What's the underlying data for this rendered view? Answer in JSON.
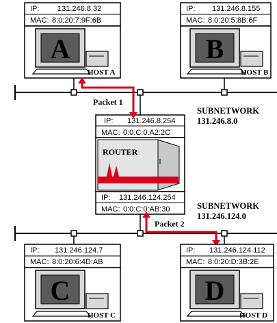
{
  "hosts": [
    {
      "key": "a",
      "ip_label": "IP:",
      "ip": "131.246.8.32",
      "mac_label": "MAC:",
      "mac": "8:0:20:7:9F:6B",
      "letter": "A",
      "label": "HOST A"
    },
    {
      "key": "b",
      "ip_label": "IP:",
      "ip": "131.246.8.155",
      "mac_label": "MAC:",
      "mac": "8:0:20:5:8B:6F",
      "letter": "B",
      "label": "HOST B"
    },
    {
      "key": "c",
      "ip_label": "IP:",
      "ip": "131.246.124.7",
      "mac_label": "MAC:",
      "mac": "8:0:20:6:4D:AB",
      "letter": "C",
      "label": "HOST C"
    },
    {
      "key": "d",
      "ip_label": "IP:",
      "ip": "131.246.124.112",
      "mac_label": "MAC:",
      "mac": "8:0:20:D:3B:2E",
      "letter": "D",
      "label": "HOST D"
    }
  ],
  "router": {
    "label": "ROUTER",
    "top_interface": {
      "ip_label": "IP:",
      "ip": "131.246.8.254",
      "mac_label": "MAC:",
      "mac": "0:0:C:0:A2:2C"
    },
    "bottom_interface": {
      "ip_label": "IP:",
      "ip": "131.246.124.254",
      "mac_label": "MAC:",
      "mac": "0:0:C:0:AB:30"
    }
  },
  "subnets": [
    {
      "title": "SUBNETWORK",
      "address": "131.246.8.0"
    },
    {
      "title": "SUBNETWORK",
      "address": "131.246.124.0"
    }
  ],
  "packets": [
    {
      "label": "Packet 1"
    },
    {
      "label": "Packet 2"
    }
  ],
  "colors": {
    "packet_arrow": "#d9001b",
    "screen": "#5a5a5a",
    "chassis": "#d8d8d8",
    "router_body": "#e4e4e4",
    "router_signal": "#d9001b"
  },
  "icons": {
    "computer": "computer-icon",
    "router": "router-icon",
    "connector": "connector-icon",
    "terminator": "bus-terminator-icon"
  }
}
